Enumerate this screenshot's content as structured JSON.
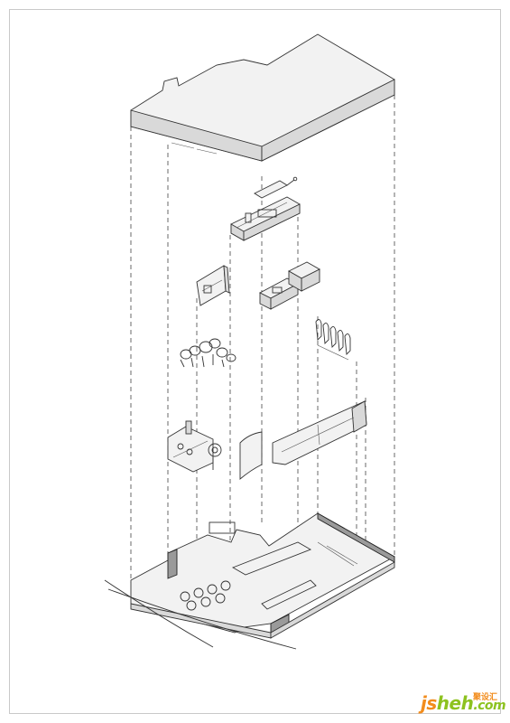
{
  "watermark": {
    "part1": "js",
    "part2": "heh",
    "part3": ".com",
    "sub": "聚设汇"
  },
  "layers": [
    "roof-slab",
    "ceiling-fixture",
    "counter-unit",
    "wall-panel-unit",
    "kitchen-appliance-unit",
    "figure-group-right",
    "figure-group-left",
    "dining-furniture",
    "door-panel",
    "long-banquette",
    "ground-floor-plan"
  ],
  "colors": {
    "line": "#333333",
    "fill_light": "#f2f2f2",
    "fill_mid": "#d9d9d9",
    "fill_dark": "#9a9a9a",
    "watermark_orange": "#f28c1c",
    "watermark_green": "#8dc21f"
  }
}
